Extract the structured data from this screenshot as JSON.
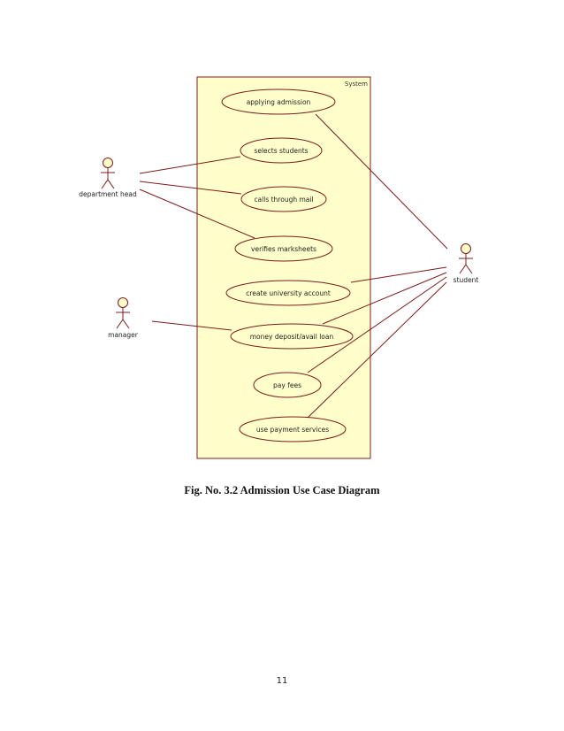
{
  "system": {
    "label": "System",
    "fill": "#ffffcc",
    "stroke": "#7a1c1c"
  },
  "actors": {
    "department_head": "department head",
    "manager": "manager",
    "student": "student"
  },
  "use_cases": {
    "applying_admission": "applying admission",
    "selects_students": "selects students",
    "calls_through_mail": "calls through mail",
    "verifies_marksheets": "verifies marksheets",
    "create_university_account": "create university account",
    "money_deposit": "money deposit/avail loan",
    "pay_fees": "pay fees",
    "use_payment_services": "use payment services"
  },
  "colors": {
    "line": "#7a1c1c",
    "actor_head": "#ffffcc"
  },
  "caption": "Fig. No. 3.2 Admission Use Case Diagram",
  "page_number": "11"
}
